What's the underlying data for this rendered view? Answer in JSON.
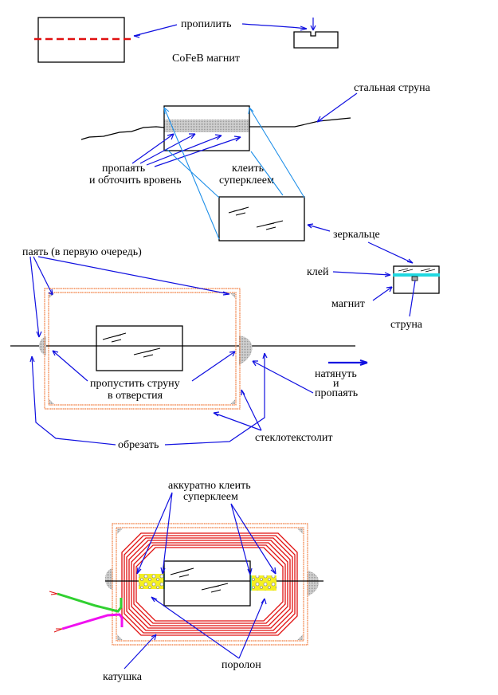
{
  "diagram": {
    "title": "Assembly of CoFeB magnet mirror on steel string",
    "colors": {
      "arrow": "#1010e0",
      "arrow_light": "#1e8fe8",
      "cut_line": "#e01010",
      "solder": "#b8b8b8",
      "glue": "#20d8e0",
      "fiberglass": "#f07838",
      "coil": "#e01010",
      "foam": "#f5f020",
      "wire_green": "#30d030",
      "wire_magenta": "#f010f0"
    },
    "step1": {
      "saw_label": "пропилить",
      "magnet_label": "CoFeB магнит"
    },
    "step2": {
      "steel_string_label": "стальная струна",
      "solder_label_line1": "пропаять",
      "solder_label_line2": "и обточить вровень",
      "glue_label_line1": "клеить",
      "glue_label_line2": "суперклеем",
      "mirror_label": "зеркальце"
    },
    "cross_section": {
      "glue_label": "клей",
      "magnet_label": "магнит",
      "string_label": "струна"
    },
    "step3": {
      "solder_first_label": "паять (в первую очередь)",
      "thread_label_line1": "пропустить струну",
      "thread_label_line2": "в отверстия",
      "tension_label_line1": "натянуть",
      "tension_label_line2": "и",
      "tension_label_line3": "пропаять",
      "cut_label": "обрезать",
      "fiberglass_label": "стеклотекстолит"
    },
    "step4": {
      "careful_glue_line1": "аккуратно клеить",
      "careful_glue_line2": "суперклеем",
      "foam_label": "поролон",
      "coil_label": "катушка"
    }
  }
}
